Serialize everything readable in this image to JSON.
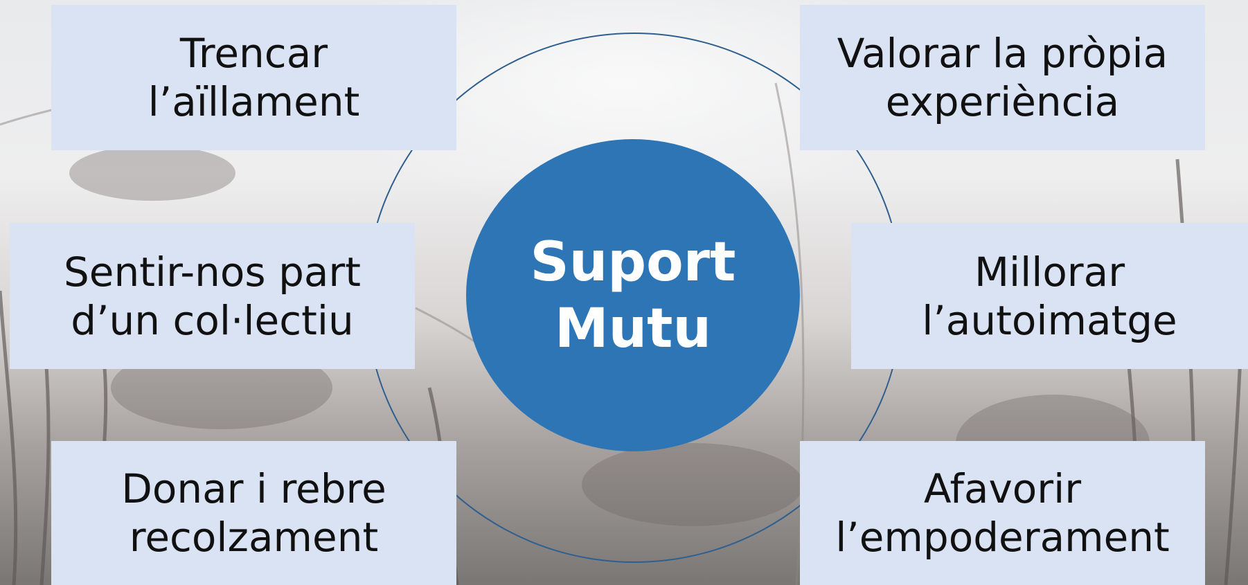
{
  "center": {
    "line1": "Suport",
    "line2": "Mutu"
  },
  "items": [
    {
      "line1": "Trencar",
      "line2": "l’aïllament"
    },
    {
      "line1": "Valorar la pròpia",
      "line2": "experiència"
    },
    {
      "line1": "Sentir-nos part",
      "line2": "d’un col·lectiu"
    },
    {
      "line1": "Millorar",
      "line2": "l’autoimatge"
    },
    {
      "line1": "Donar i rebre",
      "line2": "recolzament"
    },
    {
      "line1": "Afavorir",
      "line2": "l’empoderament"
    }
  ],
  "colors": {
    "hub": "#2e75b6",
    "box": "#dae3f3",
    "ring": "#2f5f8f",
    "text": "#111111"
  }
}
